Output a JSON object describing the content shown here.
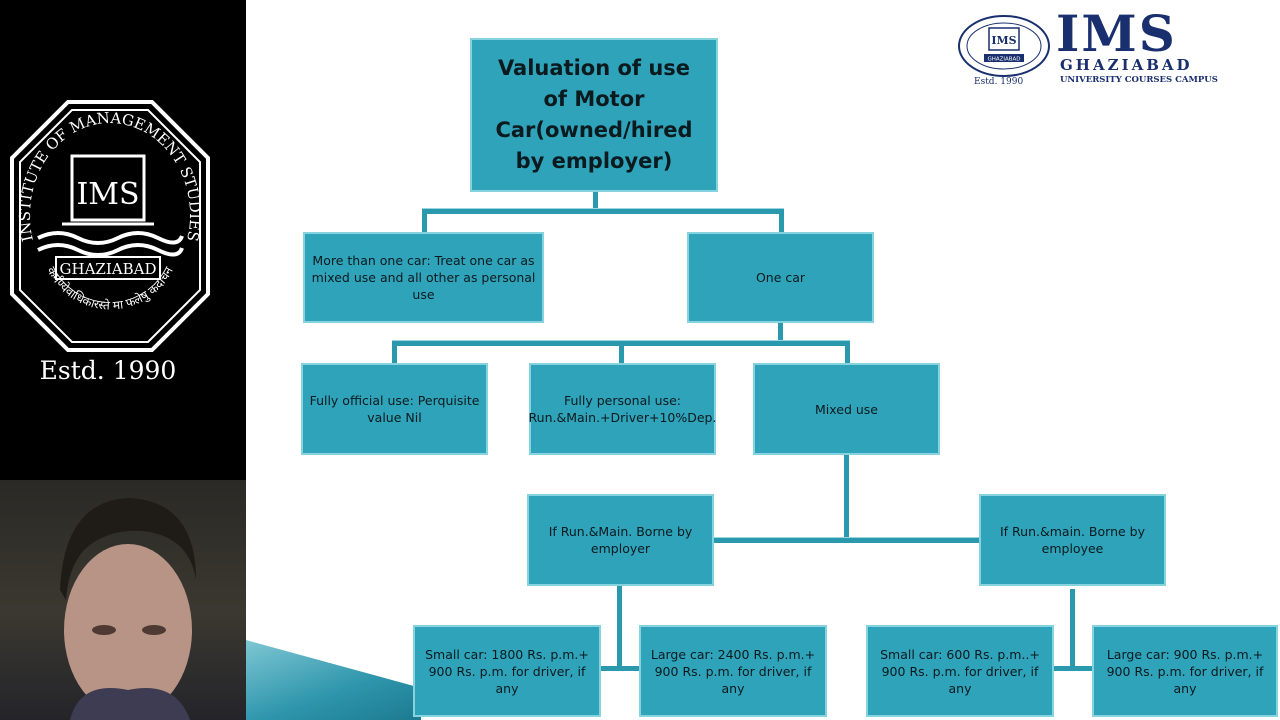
{
  "sidebar": {
    "emblem": {
      "arc_text": "INSTITUTE OF MANAGEMENT STUDIES",
      "center_text": "IMS",
      "ribbon_text": "GHAZIABAD",
      "hindi_motto": "कर्मण्येवाधिकारस्ते मा फलेषु कदाचन"
    },
    "estd": "Estd. 1990"
  },
  "header_logo": {
    "seal_text": "IMS",
    "seal_ribbon": "GHAZIABAD",
    "estd": "Estd. 1990",
    "name": "IMS",
    "city": "GHAZIABAD",
    "campus": "UNIVERSITY COURSES CAMPUS",
    "color": "#1a2f6e"
  },
  "diagram": {
    "root": "Valuation of use of Motor Car(owned/hired by employer)",
    "more_than_one": "More than one car: Treat one car as mixed use and all other as personal use",
    "one_car": "One car",
    "fully_official": "Fully official use: Perquisite value Nil",
    "fully_personal": "Fully personal use: Run.&Main.+Driver+10%Dep.",
    "mixed_use": "Mixed use",
    "borne_employer": "If Run.&Main. Borne by employer",
    "borne_employee": "If Run.&main. Borne by employee",
    "small_car_employer": "Small car: 1800 Rs. p.m.+ 900 Rs. p.m. for driver, if any",
    "large_car_employer": "Large car: 2400 Rs. p.m.+ 900 Rs. p.m. for driver, if any",
    "small_car_employee": "Small car: 600 Rs. p.m..+ 900 Rs. p.m. for driver, if any",
    "large_car_employee": "Large car: 900 Rs. p.m.+ 900 Rs. p.m. for driver, if any"
  },
  "colors": {
    "node_fill": "#2fa3b9",
    "node_border": "#86d2df",
    "connector": "#2a98ad",
    "left_panel": "#000000"
  }
}
